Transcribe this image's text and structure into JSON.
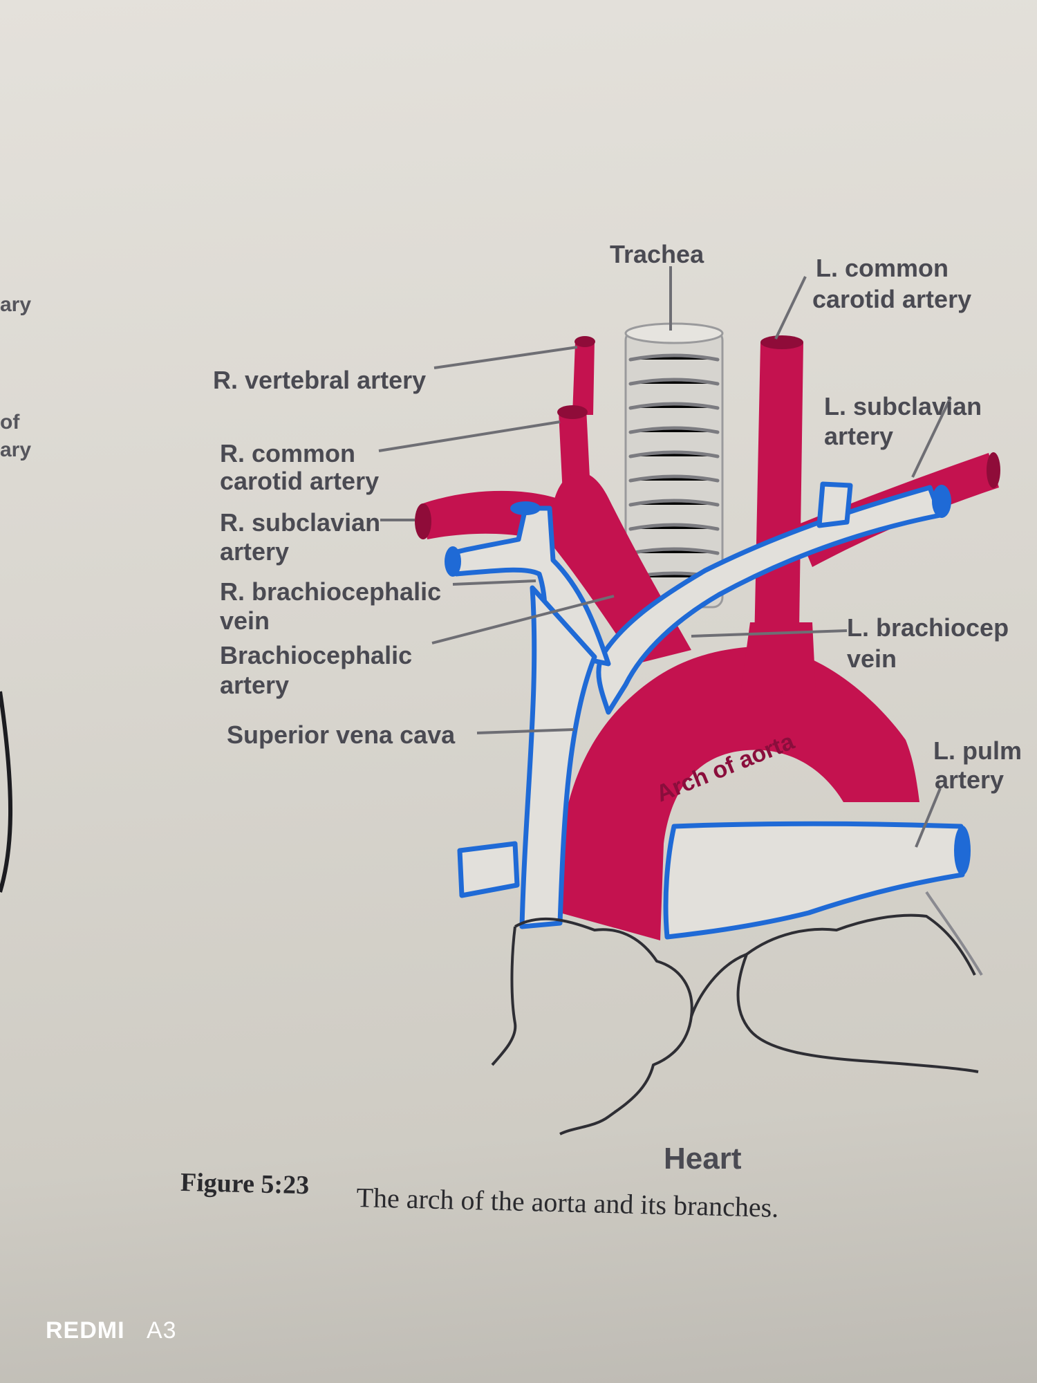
{
  "figure": {
    "labels": {
      "trachea": "Trachea",
      "l_common_carotid": [
        "L. common",
        "carotid artery"
      ],
      "l_subclavian": [
        "L. subclavian",
        "artery"
      ],
      "r_vertebral": "R. vertebral artery",
      "r_common_carotid": [
        "R. common",
        "carotid artery"
      ],
      "r_subclavian": [
        "R. subclavian",
        "artery"
      ],
      "r_brachiocephalic_vein": [
        "R. brachiocephalic",
        "vein"
      ],
      "brachiocephalic_artery": [
        "Brachiocephalic",
        "artery"
      ],
      "superior_vena_cava": "Superior vena cava",
      "l_brachiocephalic_vein": [
        "L. brachiocep",
        "vein"
      ],
      "arch_of_aorta": "Arch of aorta",
      "l_pulmonary_artery": [
        "L. pulm",
        "artery"
      ],
      "heart": "Heart"
    },
    "caption": {
      "number": "Figure 5:23",
      "text": "The arch of the aorta and its branches."
    },
    "margin_fragments": [
      "ary",
      "of",
      "ary"
    ]
  },
  "watermark": {
    "brand": "REDMI",
    "model": "A3"
  },
  "colors": {
    "artery": "#c4124f",
    "vein_outline": "#1f6ad6",
    "trachea": "#d2d0cb",
    "page": "#e0ddd6"
  }
}
